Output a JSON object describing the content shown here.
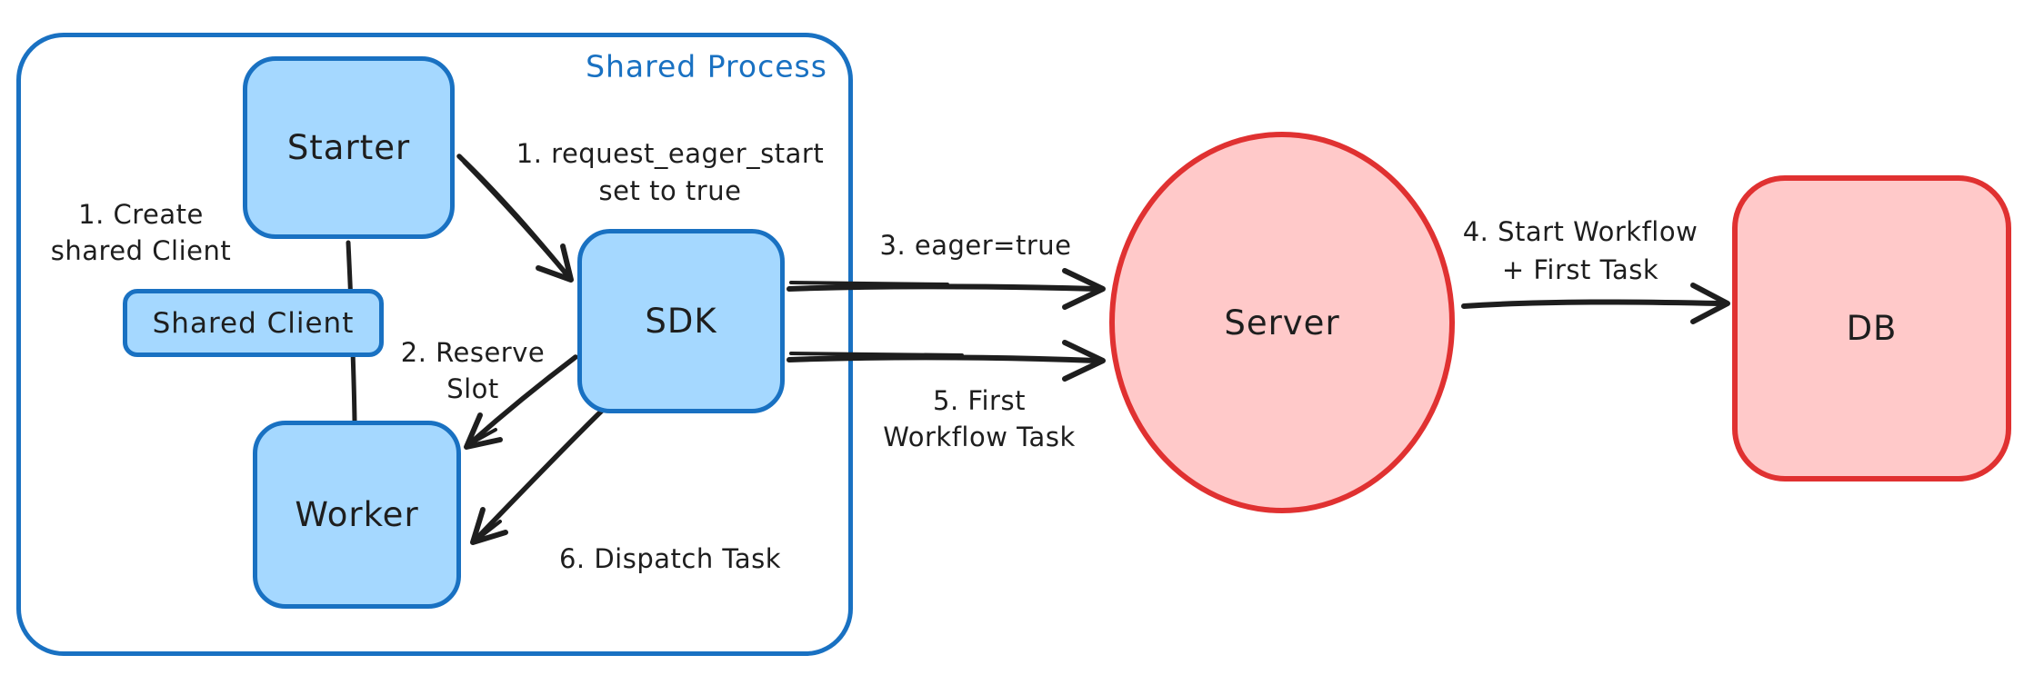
{
  "diagram": {
    "container_label": "Shared Process",
    "nodes": {
      "starter": "Starter",
      "shared_client": "Shared Client",
      "worker": "Worker",
      "sdk": "SDK",
      "server": "Server",
      "db": "DB"
    },
    "annotations": {
      "create_shared_client": "1. Create\nshared Client",
      "request_eager_start": "1. request_eager_start\nset to true",
      "reserve_slot": "2. Reserve\nSlot",
      "eager_true": "3. eager=true",
      "start_workflow_first_task": "4. Start Workflow\n+ First Task",
      "first_workflow_task": "5. First\nWorkflow Task",
      "dispatch_task": "6. Dispatch Task"
    },
    "colors": {
      "blue_stroke": "#1971c2",
      "blue_fill": "#a5d8ff",
      "red_stroke": "#e03131",
      "red_fill": "#ffc9c9",
      "ink": "#1e1e1e",
      "background": "#ffffff"
    }
  }
}
